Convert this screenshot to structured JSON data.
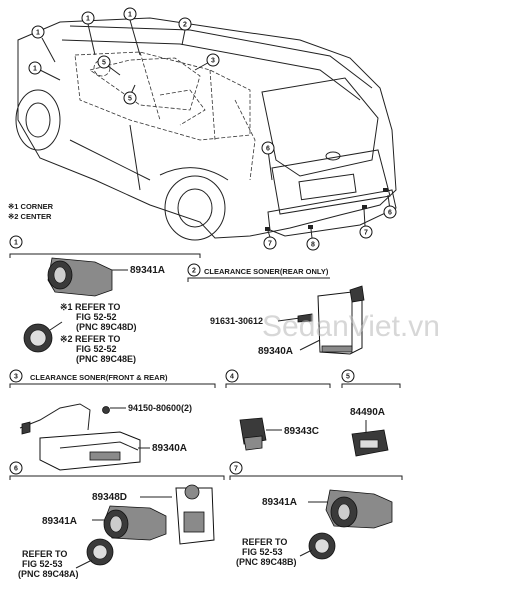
{
  "legend": {
    "corner": "※1 CORNER",
    "center": "※2 CENTER"
  },
  "callouts": [
    "1",
    "1",
    "1",
    "1",
    "2",
    "3",
    "5",
    "5",
    "6",
    "7",
    "8",
    "6",
    "7"
  ],
  "watermark": "SedanViet.vn",
  "sections": {
    "s1": {
      "number": "1",
      "part_no": "89341A",
      "ref_corner": [
        "※1 REFER TO",
        "FIG 52-52",
        "(PNC 89C48D)"
      ],
      "ref_center": [
        "※2 REFER TO",
        "FIG 52-52",
        "(PNC 89C48E)"
      ]
    },
    "s2": {
      "number": "2",
      "title": "CLEARANCE SONER(REAR ONLY)",
      "bolt_no": "91631-30612",
      "part_no": "89340A"
    },
    "s3": {
      "number": "3",
      "title": "CLEARANCE SONER(FRONT & REAR)",
      "nut_no": "94150-80600(2)",
      "part_no": "89340A"
    },
    "s4": {
      "number": "4",
      "part_no": "89343C"
    },
    "s5": {
      "number": "5",
      "part_no": "84490A"
    },
    "s6": {
      "number": "6",
      "part_no_a": "89348D",
      "part_no_b": "89341A",
      "ref": [
        "REFER TO",
        "FIG 52-53",
        "(PNC 89C48A)"
      ]
    },
    "s7": {
      "number": "7",
      "part_no": "89341A",
      "ref": [
        "REFER TO",
        "FIG 52-53",
        "(PNC 89C48B)"
      ]
    }
  }
}
